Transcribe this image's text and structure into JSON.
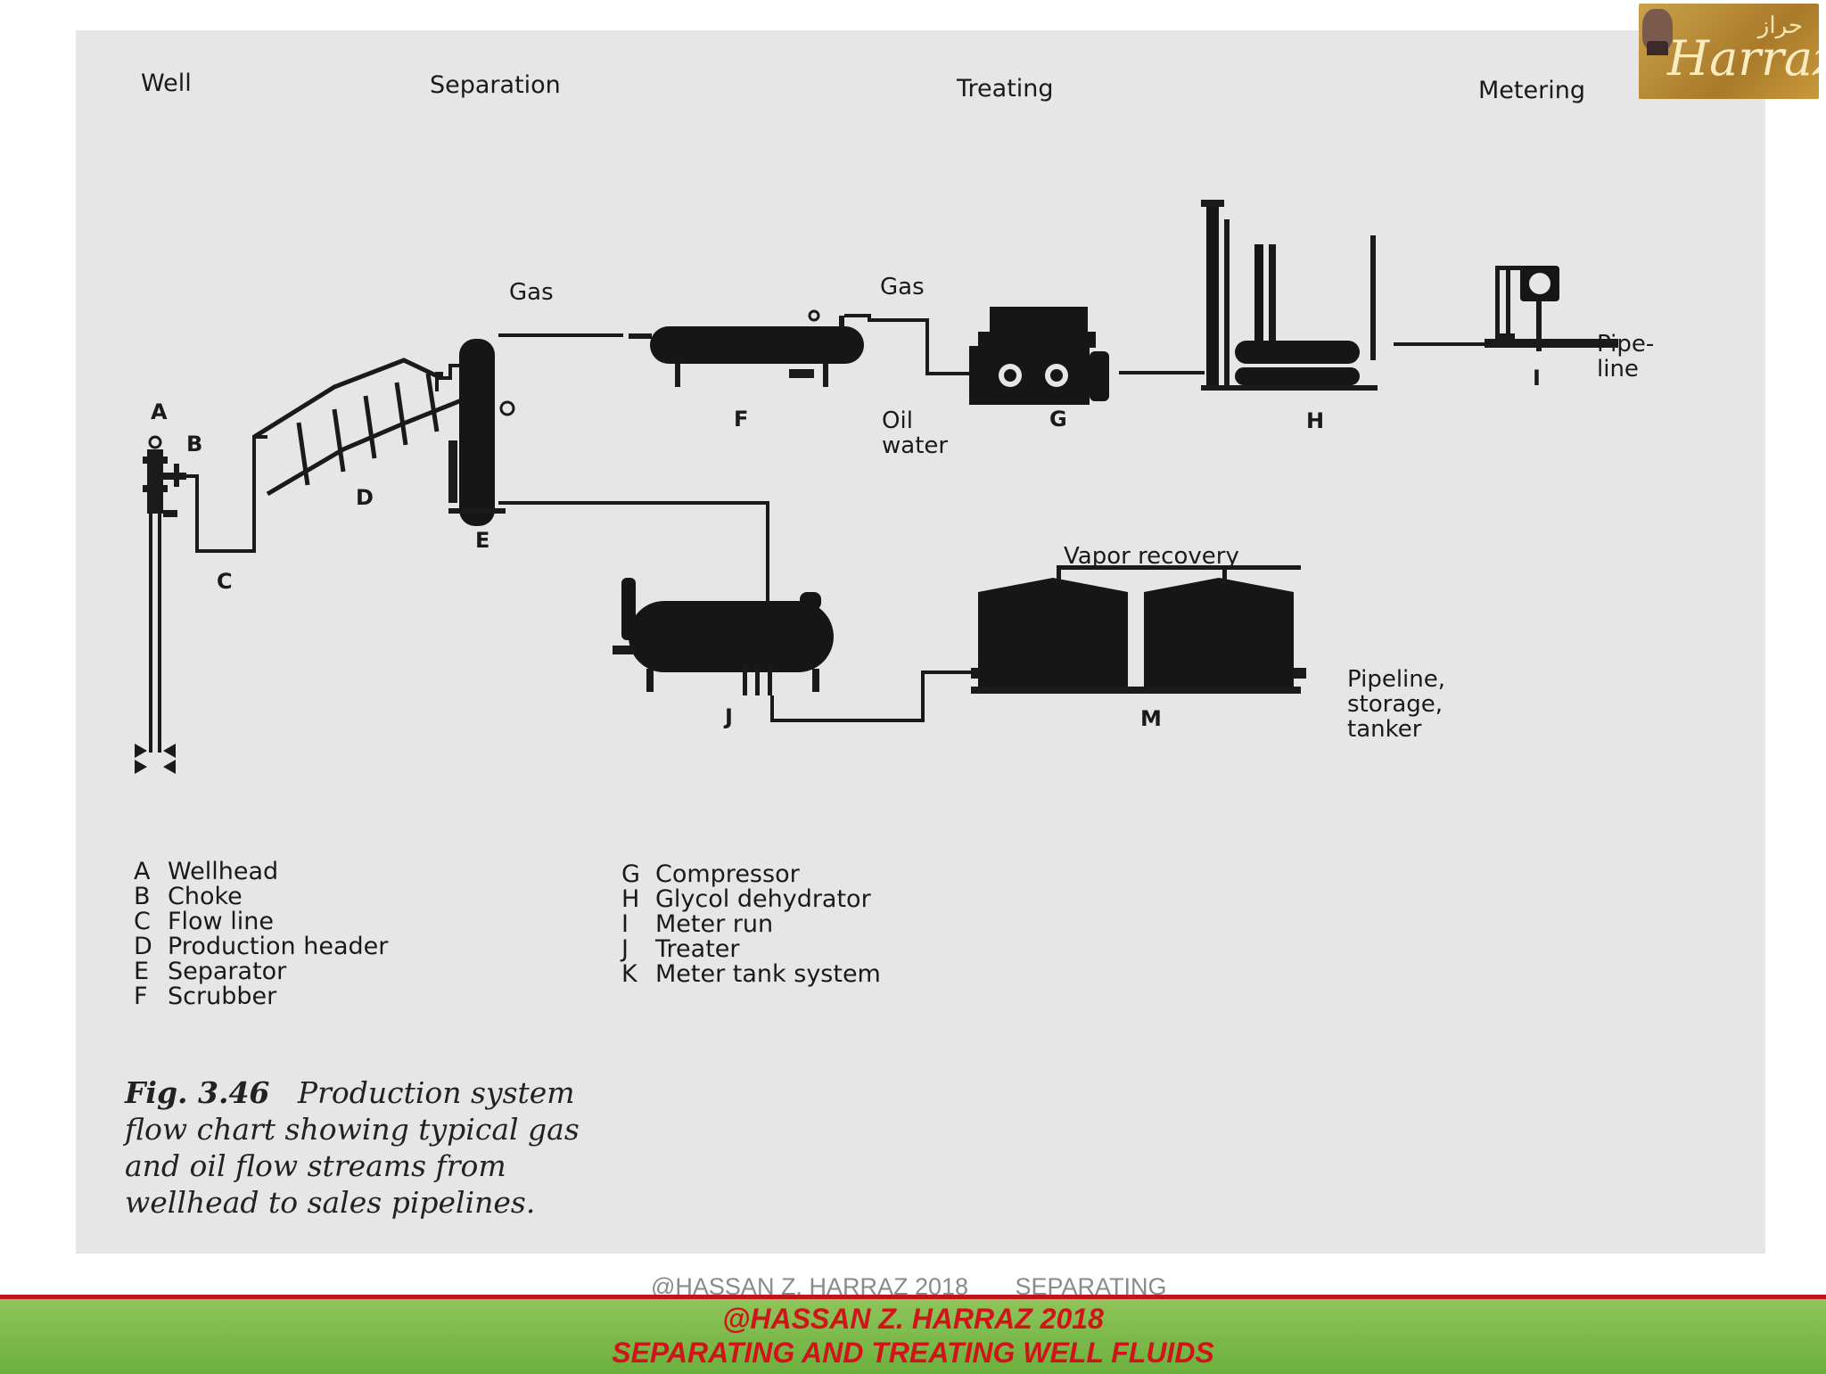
{
  "stages": {
    "well": "Well",
    "separation": "Separation",
    "treating": "Treating",
    "metering": "Metering"
  },
  "labels": {
    "a": "A",
    "b": "B",
    "c": "C",
    "d": "D",
    "e": "E",
    "f": "F",
    "g": "G",
    "h": "H",
    "i": "I",
    "j": "J",
    "m": "M",
    "gas1": "Gas",
    "gas2": "Gas",
    "oil": "Oil",
    "water": "water",
    "pipe1": "Pipe-",
    "pipe2": "line",
    "vapor": "Vapor recovery",
    "out1": "Pipeline,",
    "out2": "storage,",
    "out3": "tanker"
  },
  "legend_left": [
    {
      "key": "A",
      "text": "Wellhead"
    },
    {
      "key": "B",
      "text": "Choke"
    },
    {
      "key": "C",
      "text": "Flow line"
    },
    {
      "key": "D",
      "text": "Production header"
    },
    {
      "key": "E",
      "text": "Separator"
    },
    {
      "key": "F",
      "text": "Scrubber"
    }
  ],
  "legend_right": [
    {
      "key": "G",
      "text": "Compressor"
    },
    {
      "key": "H",
      "text": "Glycol dehydrator"
    },
    {
      "key": "I",
      "text": "Meter run"
    },
    {
      "key": "J",
      "text": "Treater"
    },
    {
      "key": "K",
      "text": "Meter tank system"
    }
  ],
  "caption": {
    "fig": "Fig. 3.46",
    "text": "Production system flow chart showing typical gas and oil flow streams from wellhead to sales pipelines."
  },
  "logo": {
    "latin": "Harraz",
    "arabic": "حراز"
  },
  "footer": {
    "ghost": "@HASSAN Z. HARRAZ 2018       SEPARATING",
    "line1": "@HASSAN Z. HARRAZ 2018",
    "line2": "SEPARATING AND TREATING WELL FLUIDS"
  }
}
